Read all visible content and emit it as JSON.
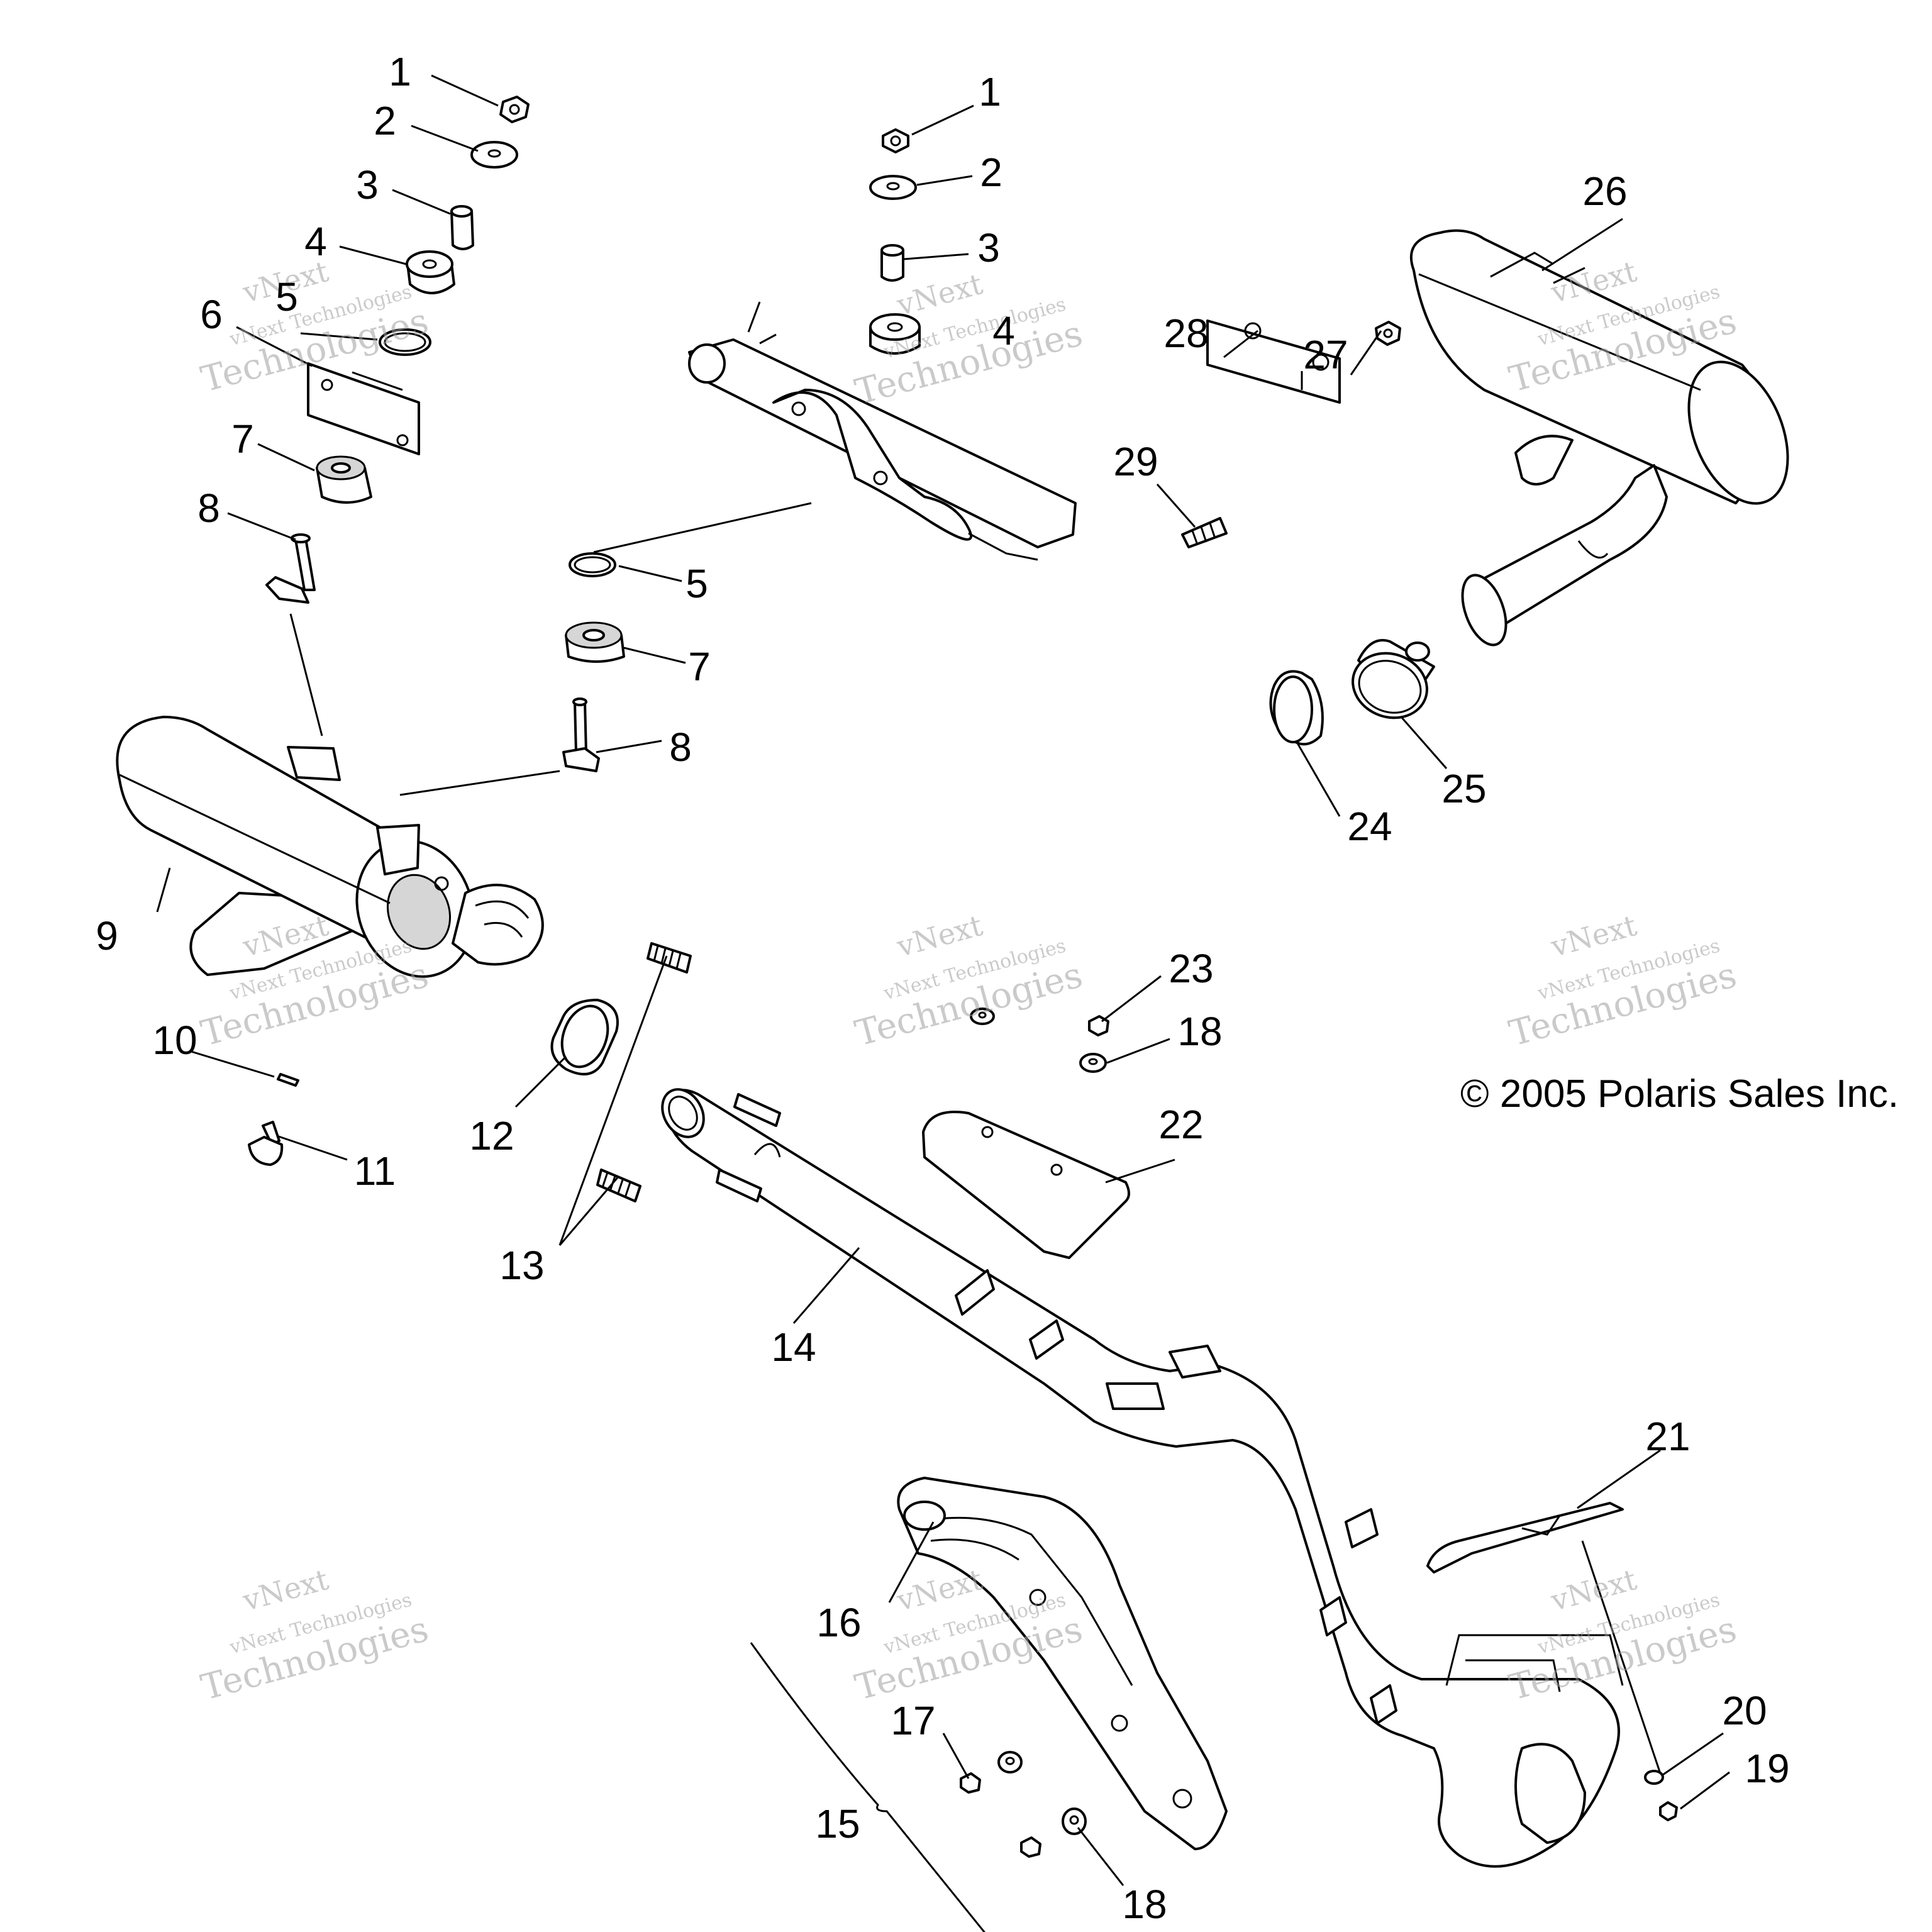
{
  "copyright": "© 2005 Polaris Sales Inc.",
  "watermark": {
    "line1": "vNext",
    "line2": "vNext Technologies",
    "line3": "Technologies"
  },
  "callouts": {
    "c1a": "1",
    "c2a": "2",
    "c3a": "3",
    "c4a": "4",
    "c5a": "5",
    "c6": "6",
    "c7a": "7",
    "c8a": "8",
    "c9": "9",
    "c1b": "1",
    "c2b": "2",
    "c3b": "3",
    "c4b": "4",
    "c5b": "5",
    "c7b": "7",
    "c8b": "8",
    "c10": "10",
    "c11": "11",
    "c12": "12",
    "c13": "13",
    "c14": "14",
    "c15": "15",
    "c16": "16",
    "c17": "17",
    "c18a": "18",
    "c18b": "18",
    "c19": "19",
    "c20": "20",
    "c21": "21",
    "c22": "22",
    "c23": "23",
    "c24": "24",
    "c25": "25",
    "c26": "26",
    "c27": "27",
    "c28": "28",
    "c29": "29"
  }
}
